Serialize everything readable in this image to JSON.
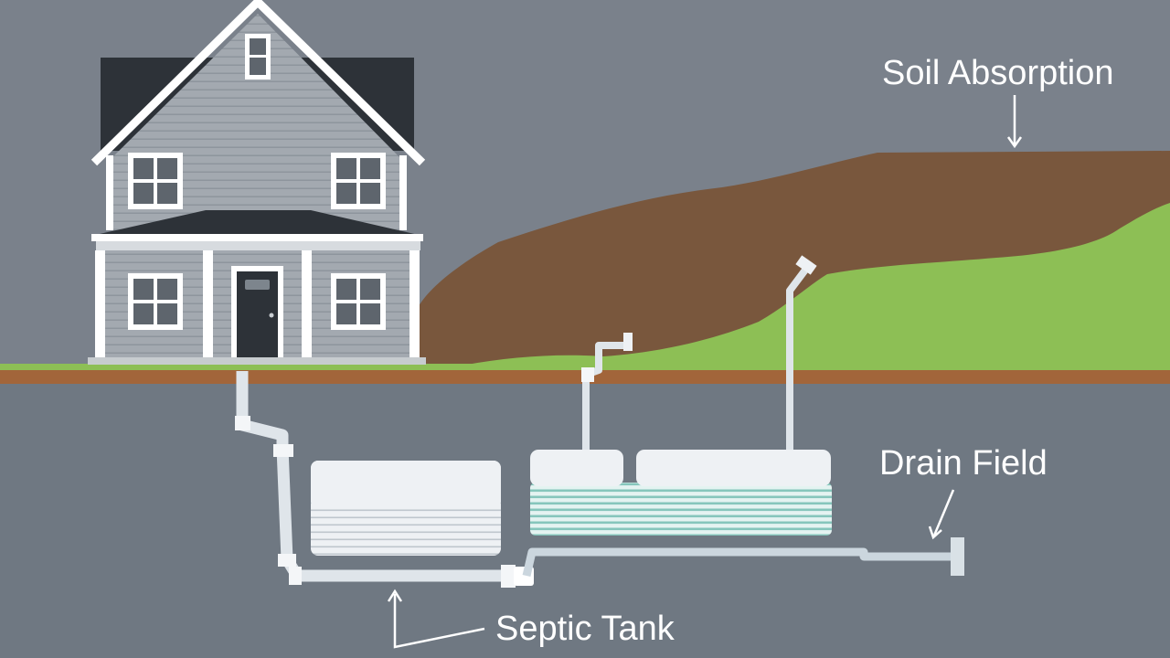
{
  "labels": {
    "soil_absorption": "Soil Absorption",
    "drain_field": "Drain Field",
    "septic_tank": "Septic Tank"
  },
  "colors": {
    "sky": "#7a818b",
    "underground": "#6f7882",
    "soil_mound": "#79573d",
    "grass": "#8dbf55",
    "ground_strip": "#a2653a",
    "house_siding": "#a3a9b0",
    "roof": "#2d3238",
    "trim": "#ffffff",
    "pipe": "#dfe5ea",
    "tank": "#eceff2",
    "drain_media": "#8cc9bf",
    "label_text": "#ffffff"
  },
  "icons": {
    "house": "house-icon",
    "arrow": "arrow-down-icon"
  }
}
